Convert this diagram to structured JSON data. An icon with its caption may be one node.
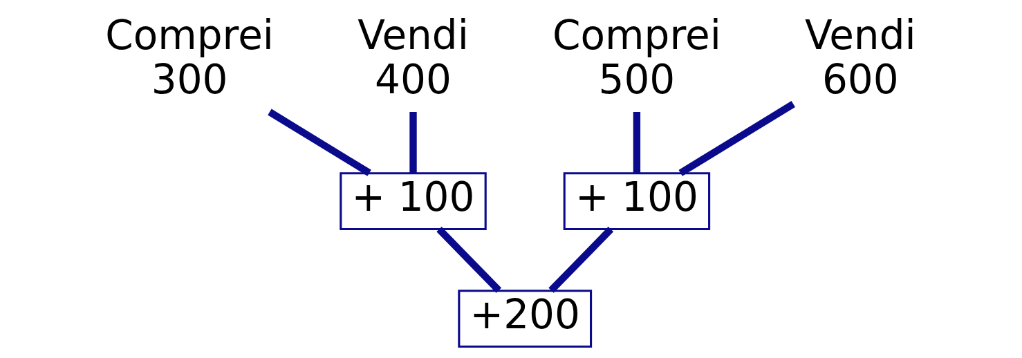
{
  "diagram": {
    "nodes": [
      {
        "text": [
          "Comprei 300"
        ]
      },
      {
        "text": [
          "Vendi 400"
        ]
      },
      {
        "text": [
          "+ 100"
        ]
      },
      {
        "text": [
          "Comprei 500"
        ]
      },
      {
        "text": [
          "Vendi 600"
        ]
      },
      {
        "text": [
          "+ 100"
        ]
      },
      {
        "text": [
          "+200"
        ]
      }
    ],
    "edges": [
      {
        "from": 0,
        "to": 2,
        "arrow": "none"
      },
      {
        "from": 1,
        "to": 2,
        "arrow": "none"
      },
      {
        "from": 3,
        "to": 5,
        "arrow": "none"
      },
      {
        "from": 4,
        "to": 5,
        "arrow": "none"
      },
      {
        "from": 2,
        "to": 6,
        "arrow": "none"
      },
      {
        "from": 5,
        "to": 6,
        "arrow": "none"
      }
    ]
  }
}
